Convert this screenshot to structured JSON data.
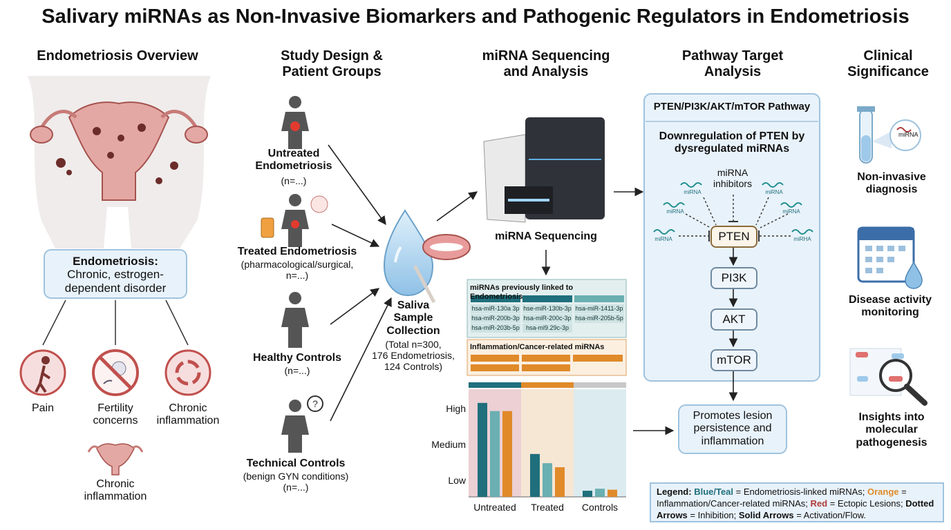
{
  "title": "Salivary miRNAs as Non-Invasive Biomarkers and Pathogenic Regulators in Endometriosis",
  "columns": {
    "overview": "Endometriosis Overview",
    "study": "Study Design &\nPatient Groups",
    "sequencing": "miRNA Sequencing\nand Analysis",
    "pathway": "Pathway Target\nAnalysis",
    "clinical": "Clinical\nSignificance"
  },
  "overview": {
    "box_title": "Endometriosis:",
    "box_text": "Chronic, estrogen-\ndependent disorder",
    "symptoms": [
      {
        "label": "Pain",
        "icon": "pain-icon"
      },
      {
        "label": "Fertility\nconcerns",
        "icon": "no-fertility-icon"
      },
      {
        "label": "Chronic\ninflammation",
        "icon": "inflammation-cycle-icon"
      }
    ],
    "extra_label": "Chronic\ninflammation"
  },
  "groups": [
    {
      "title": "Untreated\nEndometriosis",
      "n": "(n=...)"
    },
    {
      "title": "Treated Endometriosis",
      "n": "(pharmacological/surgical,\nn=...)"
    },
    {
      "title": "Healthy Controls",
      "n": "(n=...)"
    },
    {
      "title": "Technical Controls",
      "n": "(benign GYN conditions)\n(n=...)"
    }
  ],
  "saliva": {
    "title": "Saliva\nSample\nCollection",
    "detail": "(Total n=300,\n176 Endometriosis,\n124 Controls)"
  },
  "sequencing": {
    "label": "miRNA Sequencing",
    "table1_title": "miRNAs previously linked to Endometriosis",
    "table1_cells": [
      "hsa-miR-130a 3p",
      "hse-miR-130b-3p",
      "hsa-miR-1411-3p",
      "hsa-miR-200b-3p",
      "hsa-miR-200c-3p",
      "hsa-miR-205b-5p",
      "hsa-miR-203b-5p",
      "hsa-ml9.29c-3p",
      ""
    ],
    "table2_title": "Inflammation/Cancer-related miRNAs"
  },
  "chart_data": {
    "type": "bar",
    "categories": [
      "Untreated",
      "Treated",
      "Controls"
    ],
    "y_tick_labels": [
      "High",
      "Medium",
      "Low"
    ],
    "series": [
      {
        "color": "#1f6f7c",
        "values": [
          0.92,
          0.42,
          0.06
        ]
      },
      {
        "color": "#6aafb1",
        "values": [
          0.84,
          0.33,
          0.08
        ]
      },
      {
        "color": "#e08a2a",
        "values": [
          0.84,
          0.29,
          0.07
        ]
      }
    ],
    "ylim": [
      0,
      1
    ],
    "category_header_colors": [
      "#1f6f7c",
      "#e08a2a",
      "#c8c8c8"
    ],
    "category_bg_colors": [
      "#ecd0d4",
      "#f6e6d4",
      "#dcebf0"
    ]
  },
  "pathway": {
    "box_title": "PTEN/PI3K/AKT/mTOR Pathway",
    "subtitle": "Downregulation of PTEN by\ndysregulated miRNAs",
    "inhibitors": "miRNA\ninhibitors",
    "mirna_tags": [
      "miRNA",
      "miRNA",
      "miRNA",
      "miRNA",
      "miRNA",
      "miRNA",
      "miRHA",
      "miRNA"
    ],
    "nodes": [
      "PTEN",
      "PI3K",
      "AKT",
      "mTOR"
    ],
    "outcome": "Promotes lesion\npersistence and\ninflammation"
  },
  "clinical": [
    {
      "label": "Non-invasive\ndiagnosis",
      "tube_tag": "miRNA"
    },
    {
      "label": "Disease activity\nmonitoring"
    },
    {
      "label": "Insights into\nmolecular\npathogenesis"
    }
  ],
  "legend": {
    "k1": "Legend:",
    "k2": "Blue/Teal",
    "t2": " = Endometriosis-linked miRNAs; ",
    "k3": "Orange",
    "t3": " = Inflammation/Cancer-related miRNAs; ",
    "k4": "Red",
    "t4": " = Ectopic Lesions; ",
    "k5": "Dotted Arrows",
    "t5": " = Inhibition; ",
    "k6": "Solid Arrows",
    "t6": " = Activation/Flow."
  },
  "colors": {
    "teal": "#1f6f7c",
    "teal_light": "#6aafb1",
    "orange": "#e08a2a",
    "red": "#c0504d",
    "box_border": "#9fc3de",
    "box_fill": "#e8f2fa"
  }
}
